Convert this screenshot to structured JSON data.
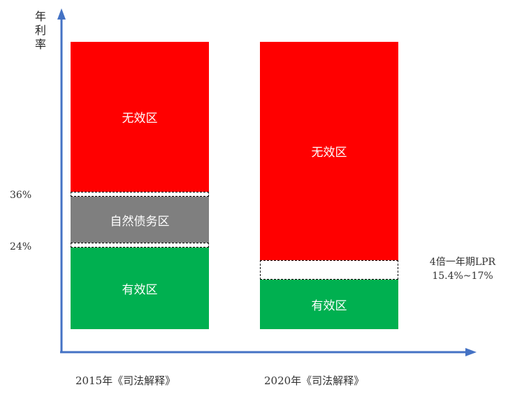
{
  "axis": {
    "y_title": "年利率",
    "color": "#4472C4"
  },
  "ticks": {
    "t36": "36%",
    "t24": "24%"
  },
  "bar2015": {
    "category": "2015年《司法解释》",
    "invalid_label": "无效区",
    "natural_label": "自然债务区",
    "valid_label": "有效区"
  },
  "bar2020": {
    "category": "2020年《司法解释》",
    "invalid_label": "无效区",
    "valid_label": "有效区",
    "note_line1": "4倍一年期LPR",
    "note_line2": "15.4%~17%"
  },
  "colors": {
    "invalid": "#FF0000",
    "natural": "#7F7F7F",
    "valid": "#00B050"
  }
}
